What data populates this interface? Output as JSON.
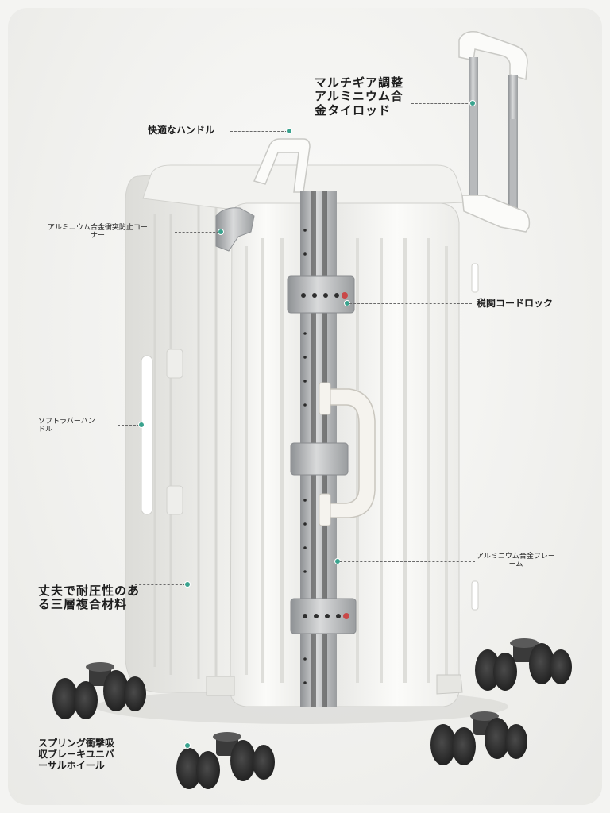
{
  "callouts": {
    "telescopic_handle": "マルチギア調整\nアルミニウム合\n金タイロッド",
    "top_handle": "快適なハンドル",
    "corner": "アルミニウム合金衝突防止コー\nナー",
    "lock": "税関コードロック",
    "side_handle": "ソフトラバーハン\nドル",
    "frame": "アルミニウム合金フレー\nーム",
    "shell": "丈夫で耐圧性のあ\nる三層複合材料",
    "wheels": "スプリング衝撃吸\n収ブレーキユニバ\nーサルホイール"
  },
  "colors": {
    "shell": "#f7f7f5",
    "frame": "#a9abad",
    "accent_dot": "#3aa38e",
    "wheel": "#2a2a2a"
  }
}
